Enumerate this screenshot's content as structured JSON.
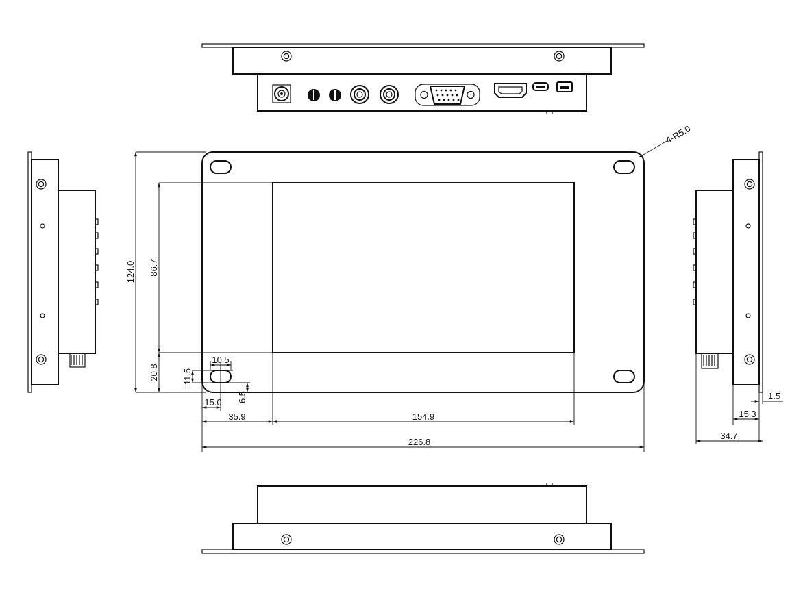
{
  "dimensions": {
    "total_width": "226.8",
    "screen_width": "154.9",
    "left_offset": "35.9",
    "hole_offset_x": "15.0",
    "slot_width": "10.5",
    "slot_height": "11.5",
    "slot_offset_y": "6.5",
    "total_height": "124.0",
    "screen_height": "86.7",
    "bottom_offset": "20.8",
    "corner_radius": "4-R5.0",
    "side_depth": "34.7",
    "side_flange": "15.3",
    "plate_thickness": "1.5"
  }
}
